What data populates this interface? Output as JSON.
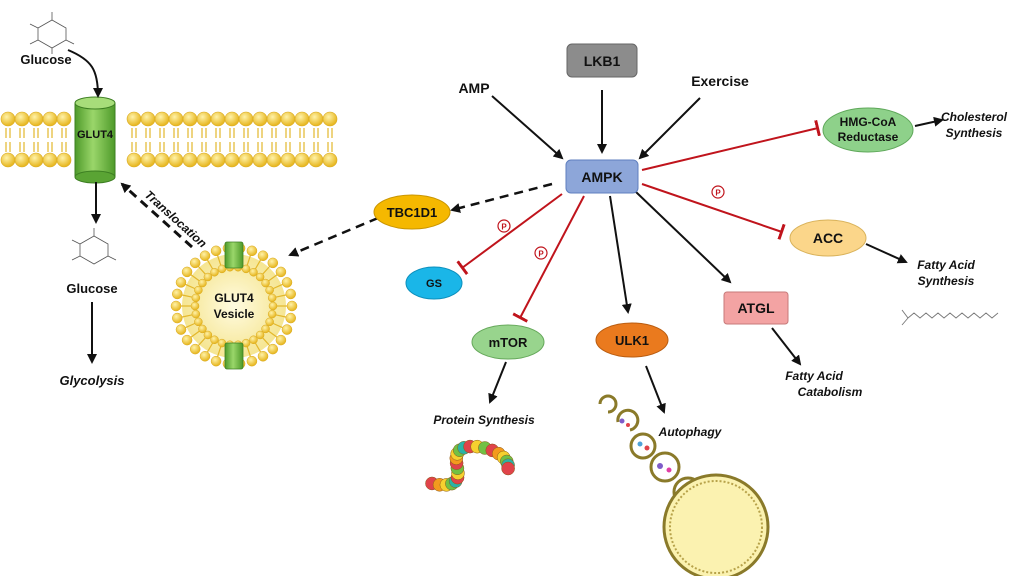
{
  "colors": {
    "lipid_head": "#f2cb3c",
    "glut4": "#79c142",
    "lkb1": "#8c8c8c",
    "ampk": "#8da6d9",
    "hmgcoa": "#8ed18a",
    "acc": "#fbd68a",
    "tbc1d1": "#f5b800",
    "gs": "#1ab6e8",
    "mtor": "#98d48d",
    "ulk1": "#ea7a1e",
    "atgl": "#f3a3a3",
    "inhibit": "#c0141c",
    "activate": "#111111"
  },
  "nodes": {
    "lkb1": "LKB1",
    "ampk": "AMPK",
    "hmgcoa_line1": "HMG-CoA",
    "hmgcoa_line2": "Reductase",
    "acc": "ACC",
    "tbc1d1": "TBC1D1",
    "gs": "GS",
    "mtor": "mTOR",
    "ulk1": "ULK1",
    "atgl": "ATGL",
    "glut4": "GLUT4",
    "vesicle_line1": "GLUT4",
    "vesicle_line2": "Vesicle"
  },
  "inputs": {
    "amp": "AMP",
    "exercise": "Exercise"
  },
  "labels": {
    "glucose_top": "Glucose",
    "glucose_bottom": "Glucose",
    "glycolysis": "Glycolysis",
    "translocation": "Translocation",
    "cholesterol_line1": "Cholesterol",
    "cholesterol_line2": "Synthesis",
    "fatty_acid_synth_line1": "Fatty Acid",
    "fatty_acid_synth_line2": "Synthesis",
    "fatty_acid_cat_line1": "Fatty Acid",
    "fatty_acid_cat_line2": "Catabolism",
    "protein_synthesis": "Protein Synthesis",
    "autophagy": "Autophagy",
    "phospho": "P"
  }
}
